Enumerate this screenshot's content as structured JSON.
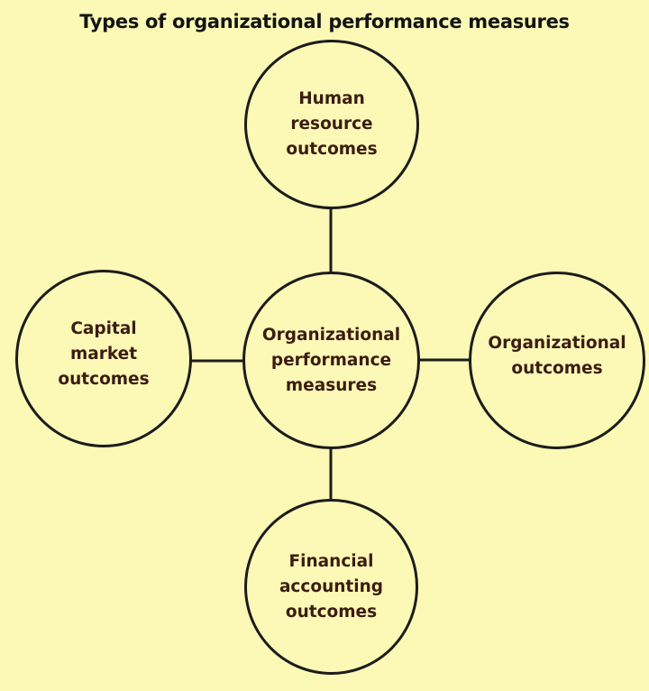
{
  "title": "Types of organizational performance measures",
  "colors": {
    "background": "#fcf9b6",
    "node_text": "#3c1c12",
    "title_text": "#141414",
    "stroke": "#1c1c1c"
  },
  "diagram": {
    "center": {
      "label": "Organizational\nperformance\nmeasures"
    },
    "nodes": {
      "top": {
        "label": "Human\nresource\noutcomes"
      },
      "left": {
        "label": "Capital\nmarket\noutcomes"
      },
      "right": {
        "label": "Organizational\noutcomes"
      },
      "bottom": {
        "label": "Financial\naccounting\noutcomes"
      }
    },
    "edges": [
      [
        "center",
        "top"
      ],
      [
        "center",
        "left"
      ],
      [
        "center",
        "right"
      ],
      [
        "center",
        "bottom"
      ]
    ]
  }
}
